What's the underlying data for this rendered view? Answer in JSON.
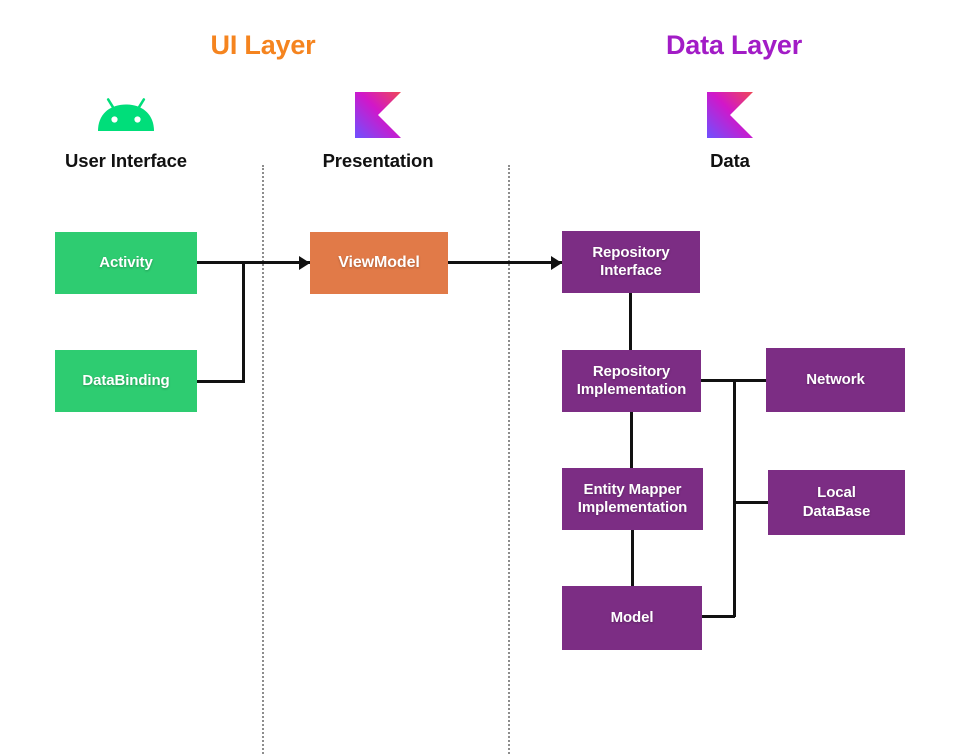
{
  "diagram": {
    "title_ui_layer": "UI Layer",
    "title_data_layer": "Data Layer",
    "colors": {
      "ui_layer_title": "#F5841F",
      "data_layer_title": "#A21CC6",
      "green_node": "#2ECC71",
      "orange_node": "#E17A48",
      "purple_node": "#7C2D84",
      "connector": "#111111",
      "divider": "#8d8d8d",
      "background": "#FFFFFF"
    },
    "columns": [
      {
        "label": "User Interface",
        "icon": "android-icon"
      },
      {
        "label": "Presentation",
        "icon": "kotlin-icon"
      },
      {
        "label": "Data",
        "icon": "kotlin-icon"
      }
    ],
    "nodes": {
      "activity": "Activity",
      "databinding": "DataBinding",
      "viewmodel": "ViewModel",
      "repository_interface_line1": "Repository",
      "repository_interface_line2": "Interface",
      "repository_impl_line1": "Repository",
      "repository_impl_line2": "Implementation",
      "entity_mapper_line1": "Entity Mapper",
      "entity_mapper_line2": "Implementation",
      "model": "Model",
      "network": "Network",
      "local_database_line1": "Local",
      "local_database_line2": "DataBase"
    },
    "edges": [
      {
        "from": "Activity",
        "to": "ViewModel",
        "type": "arrow"
      },
      {
        "from": "DataBinding",
        "to": "ViewModel",
        "type": "arrow"
      },
      {
        "from": "ViewModel",
        "to": "Repository Interface",
        "type": "arrow"
      },
      {
        "from": "Repository Interface",
        "to": "Repository Implementation",
        "type": "line"
      },
      {
        "from": "Repository Implementation",
        "to": "Entity Mapper Implementation",
        "type": "line"
      },
      {
        "from": "Entity Mapper Implementation",
        "to": "Model",
        "type": "line"
      },
      {
        "from": "Repository Implementation",
        "to": "Network",
        "type": "line"
      },
      {
        "from": "Repository Implementation",
        "to": "Local DataBase",
        "type": "line"
      },
      {
        "from": "Model",
        "to": "Local DataBase",
        "type": "line"
      }
    ]
  }
}
